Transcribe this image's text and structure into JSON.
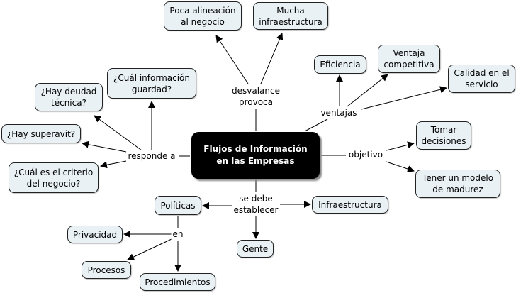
{
  "center": {
    "label": "Flujos de Información\nen las Empresas"
  },
  "phrases": {
    "desvalance": "desvalance\nprovoca",
    "ventajas": "ventajas",
    "responde": "responde a",
    "objetivo": "objetivo",
    "establecer": "se debe\nestablecer",
    "en": "en"
  },
  "nodes": {
    "poca_alineacion": "Poca alineación\nal negocio",
    "mucha_infra": "Mucha\ninfraestructura",
    "eficiencia": "Eficiencia",
    "ventaja_comp": "Ventaja\ncompetitiva",
    "calidad": "Calidad en el\nservicio",
    "cual_info": "¿Cuál información\nguardad?",
    "deuda": "¿Hay deudad\ntécnica?",
    "superavit": "¿Hay superavit?",
    "criterio": "¿Cuál es el criterio\ndel negocio?",
    "tomar": "Tomar\ndecisiones",
    "modelo": "Tener un modelo\nde madurez",
    "politicas": "Políticas",
    "infraestructura": "Infraestructura",
    "gente": "Gente",
    "privacidad": "Privacidad",
    "procesos": "Procesos",
    "procedimientos": "Procedimientos"
  }
}
